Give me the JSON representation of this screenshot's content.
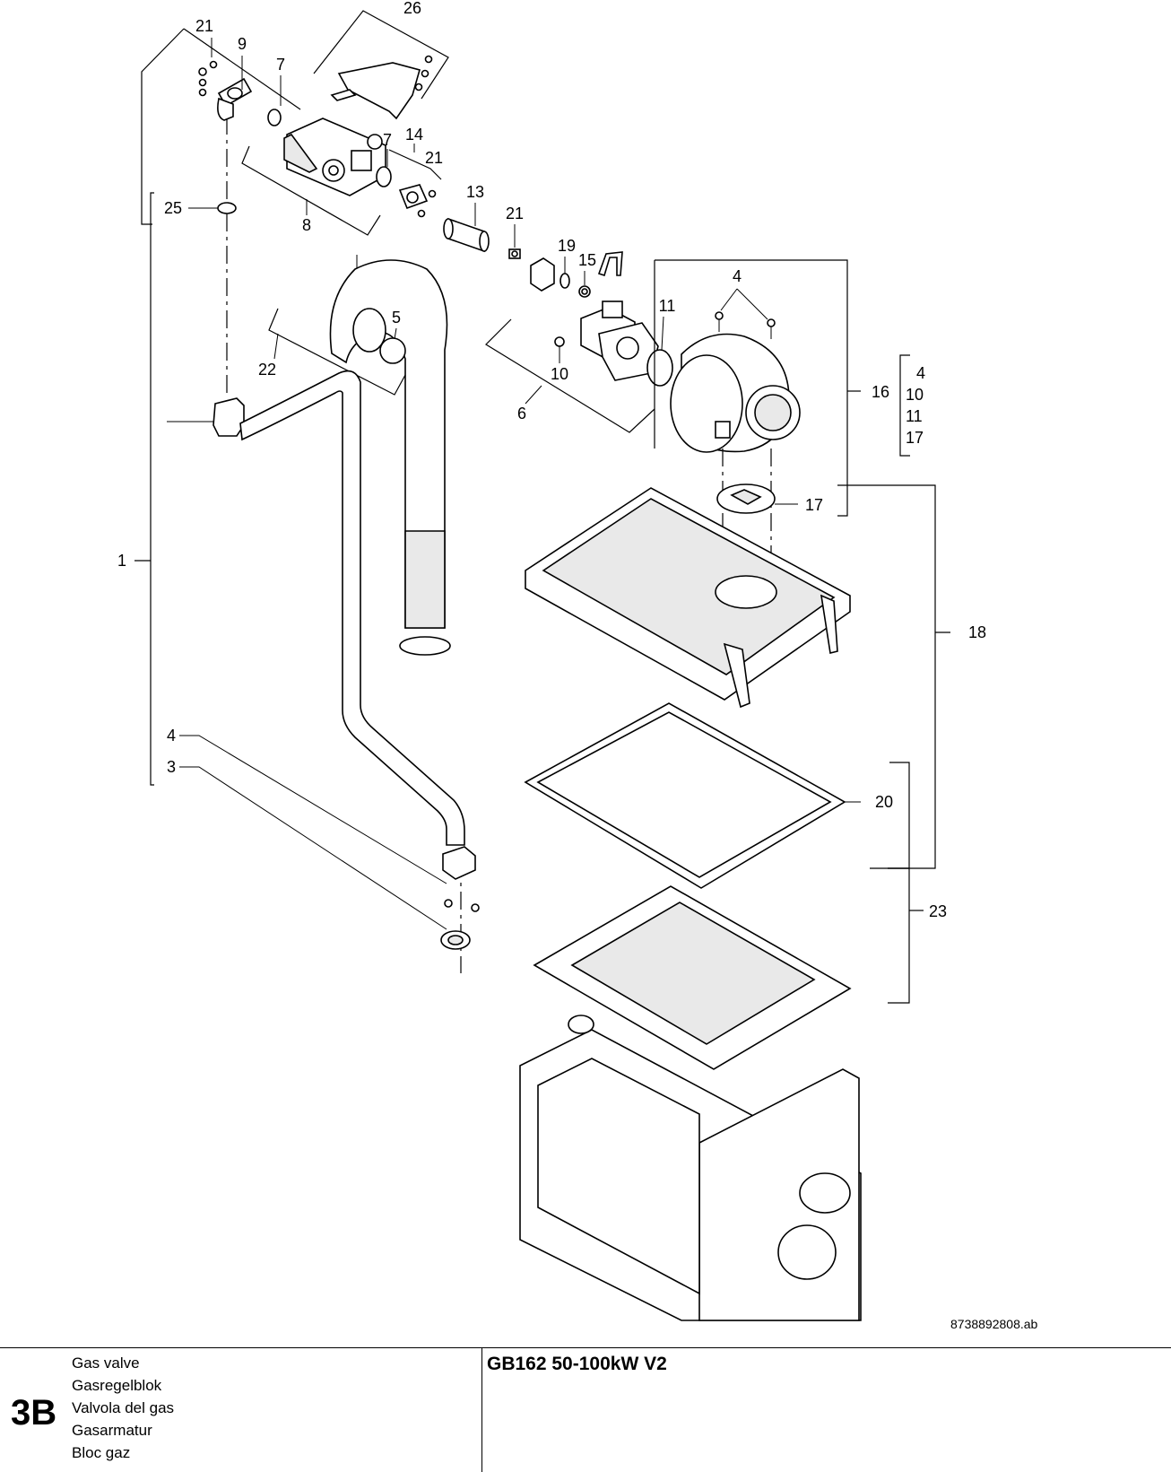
{
  "callouts": {
    "c1": "1",
    "c3": "3",
    "c4a": "4",
    "c4b": "4",
    "c5": "5",
    "c6": "6",
    "c7a": "7",
    "c7b": "7",
    "c8": "8",
    "c9": "9",
    "c10": "10",
    "c11": "11",
    "c13": "13",
    "c14": "14",
    "c15": "15",
    "c16": "16",
    "c17": "17",
    "c18": "18",
    "c19": "19",
    "c20": "20",
    "c21a": "21",
    "c21b": "21",
    "c21c": "21",
    "c22": "22",
    "c23": "23",
    "c25": "25",
    "c26": "26"
  },
  "kit16_contents": [
    "4",
    "10",
    "11",
    "17"
  ],
  "drawing_number": "8738892808.ab",
  "footer": {
    "section_code": "3B",
    "titles": [
      "Gas valve",
      "Gasregelblok",
      "Valvola del gas",
      "Gasarmatur",
      "Bloc gaz"
    ],
    "model": "GB162 50-100kW V2"
  }
}
